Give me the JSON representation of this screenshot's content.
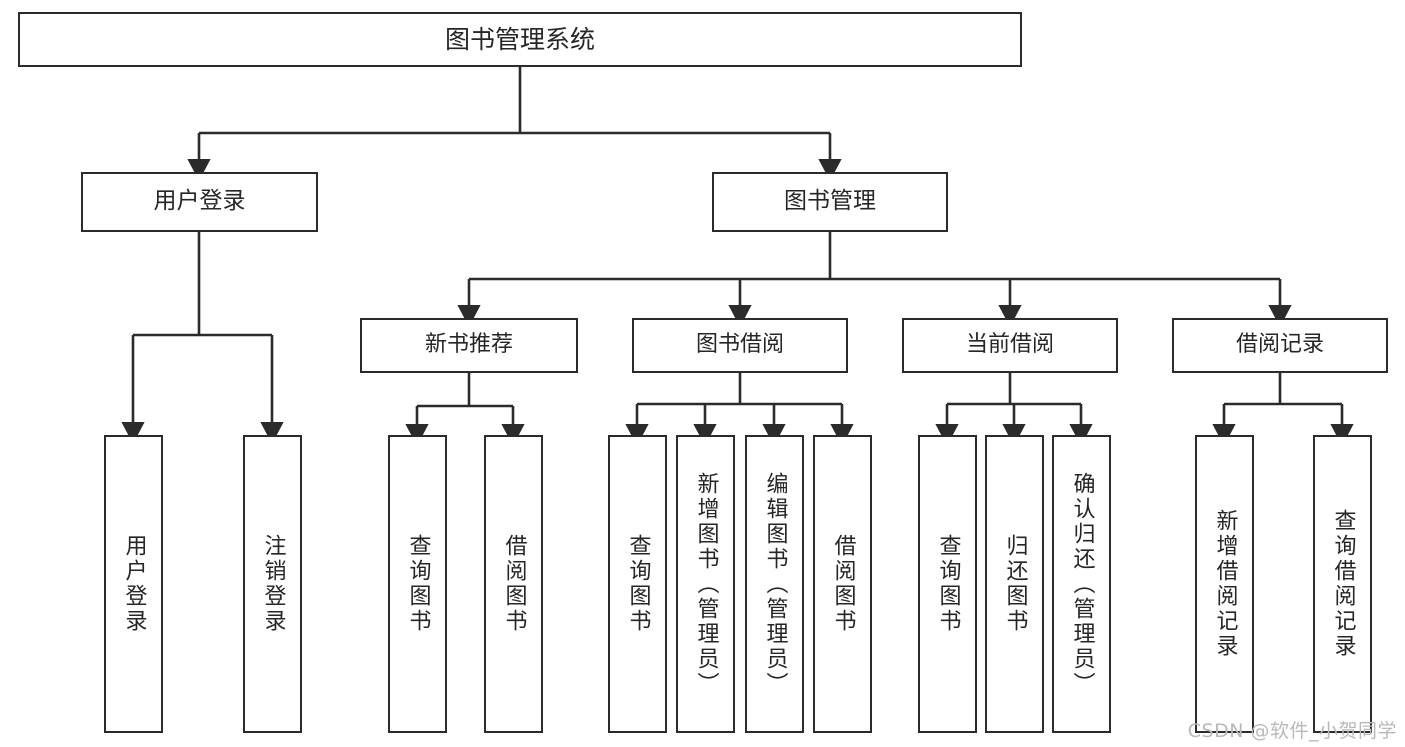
{
  "diagram": {
    "title": "图书管理系统",
    "type": "tree-hierarchy-diagram",
    "colors": {
      "box_border": "#2b2b2b",
      "box_fill": "#ffffff",
      "line": "#2b2b2b",
      "text": "#262626",
      "watermark": "#b9b9b9",
      "background": "#ffffff"
    },
    "root": {
      "label": "图书管理系统"
    },
    "level1": [
      {
        "label": "用户登录"
      },
      {
        "label": "图书管理"
      }
    ],
    "level2": [
      {
        "label": "新书推荐"
      },
      {
        "label": "图书借阅"
      },
      {
        "label": "当前借阅"
      },
      {
        "label": "借阅记录"
      }
    ],
    "leaves": {
      "user_login": [
        {
          "label": "用户登录"
        },
        {
          "label": "注销登录"
        }
      ],
      "new_book_recommend": [
        {
          "label": "查询图书"
        },
        {
          "label": "借阅图书"
        }
      ],
      "book_borrow": [
        {
          "label": "查询图书"
        },
        {
          "label": "新增图书（管理员）"
        },
        {
          "label": "编辑图书（管理员）"
        },
        {
          "label": "借阅图书"
        }
      ],
      "current_borrow": [
        {
          "label": "查询图书"
        },
        {
          "label": "归还图书"
        },
        {
          "label": "确认归还（管理员）"
        }
      ],
      "borrow_record": [
        {
          "label": "新增借阅记录"
        },
        {
          "label": "查询借阅记录"
        }
      ]
    },
    "watermark": "CSDN @软件_小贺同学"
  }
}
